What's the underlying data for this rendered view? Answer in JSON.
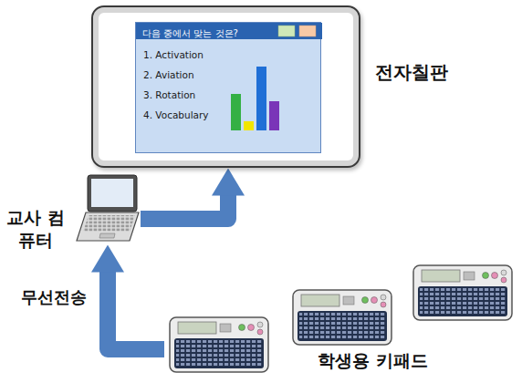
{
  "diagram": {
    "nodes": [
      {
        "text": [
          "전자칠판"
        ]
      },
      {
        "text": [
          "다음 중에서 맞는 것은?",
          "1. Activation",
          "2. Aviation",
          "3. Rotation",
          "4. Vocabulary"
        ],
        "in": 0
      },
      {
        "text": [
          "교사 컴퓨터"
        ]
      },
      {
        "text": [
          "학생용 키패드"
        ]
      }
    ],
    "edges": [
      {
        "from": 3,
        "to": 2,
        "arrow": "to",
        "label": "무선전송"
      },
      {
        "from": 2,
        "to": 0,
        "arrow": "to"
      }
    ]
  }
}
